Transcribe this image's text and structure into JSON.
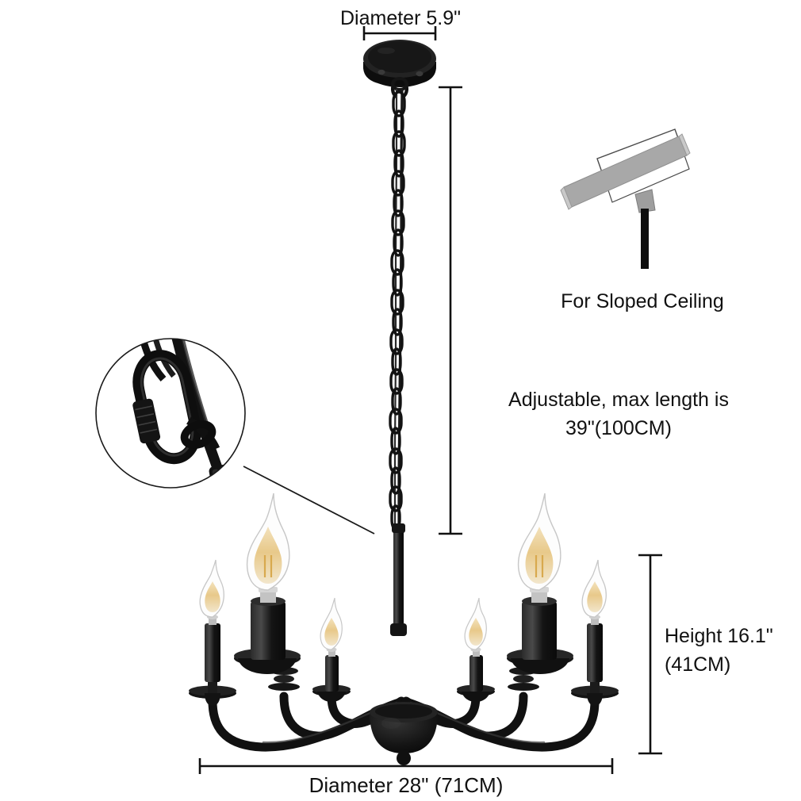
{
  "product": {
    "type": "6-light candle chandelier",
    "finish_color": "#111111",
    "bulb_glow_color": "#e8c98a"
  },
  "dimensions": {
    "canopy_diameter_label": "Diameter 5.9\"",
    "adjustable_line1": "Adjustable, max length is",
    "adjustable_line2": "39\"(100CM)",
    "height_line1": "Height 16.1\"",
    "height_line2": "(41CM)",
    "fixture_diameter_label": "Diameter 28\" (71CM)"
  },
  "notes": {
    "sloped_ceiling_label": "For Sloped Ceiling"
  },
  "callout": {
    "name": "chain-link-detail"
  },
  "icons": {
    "canopy": "ceiling-canopy-icon",
    "chain": "chain-icon",
    "bulb": "candle-bulb-icon",
    "sloped_bracket": "sloped-ceiling-bracket-icon",
    "dimension_arrow": "dimension-line-icon"
  }
}
